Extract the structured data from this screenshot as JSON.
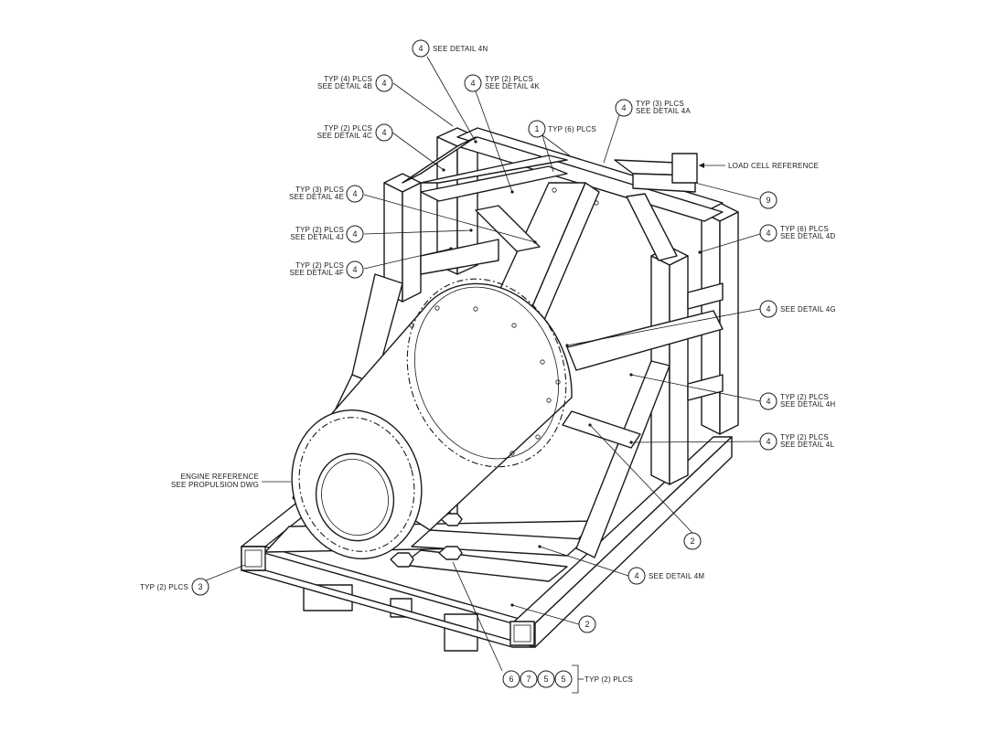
{
  "callouts": [
    {
      "num": "4",
      "lines": [
        "SEE DETAIL 4N"
      ]
    },
    {
      "num": "4",
      "lines": [
        "TYP (4) PLCS",
        "SEE DETAIL 4B"
      ]
    },
    {
      "num": "4",
      "lines": [
        "TYP (2) PLCS",
        "SEE DETAIL 4K"
      ]
    },
    {
      "num": "4",
      "lines": [
        "TYP (3) PLCS",
        "SEE DETAIL 4A"
      ]
    },
    {
      "num": "4",
      "lines": [
        "TYP (2) PLCS",
        "SEE DETAIL 4C"
      ]
    },
    {
      "num": "1",
      "lines": [
        "TYP (6) PLCS"
      ]
    },
    {
      "num": "4",
      "lines": [
        "TYP (3) PLCS",
        "SEE DETAIL 4E"
      ]
    },
    {
      "num": "4",
      "lines": [
        "TYP (2) PLCS",
        "SEE DETAIL 4J"
      ]
    },
    {
      "num": "4",
      "lines": [
        "TYP (2) PLCS",
        "SEE DETAIL 4F"
      ]
    },
    {
      "num": "9",
      "lines": []
    },
    {
      "num": "4",
      "lines": [
        "TYP (6) PLCS",
        "SEE DETAIL 4D"
      ]
    },
    {
      "num": "4",
      "lines": [
        "SEE DETAIL 4G"
      ]
    },
    {
      "num": "4",
      "lines": [
        "TYP (2) PLCS",
        "SEE DETAIL 4H"
      ]
    },
    {
      "num": "4",
      "lines": [
        "TYP (2) PLCS",
        "SEE DETAIL 4L"
      ]
    },
    {
      "num": "2",
      "lines": []
    },
    {
      "num": "4",
      "lines": [
        "SEE DETAIL 4M"
      ]
    },
    {
      "num": "3",
      "lines": [
        "TYP (2) PLCS"
      ]
    },
    {
      "num": "2",
      "lines": []
    }
  ],
  "labels": {
    "load_cell": "LOAD CELL REFERENCE",
    "engine_ref_1": "ENGINE REFERENCE",
    "engine_ref_2": "SEE PROPULSION DWG"
  },
  "bottom_group": {
    "nums": [
      "6",
      "7",
      "5",
      "5"
    ],
    "note": "TYP (2) PLCS"
  }
}
